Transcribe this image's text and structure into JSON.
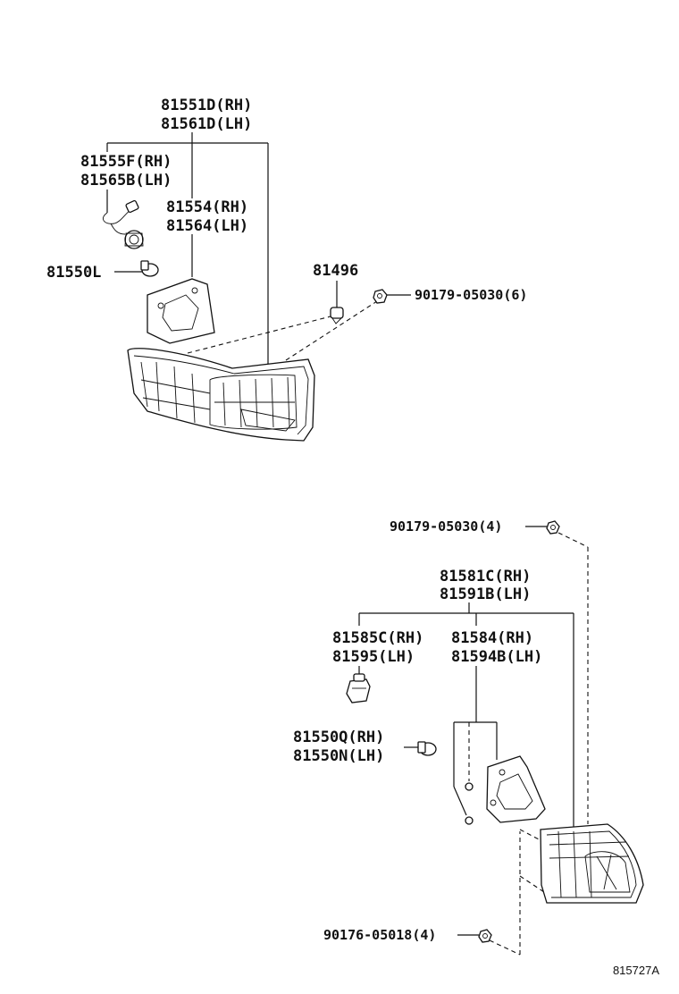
{
  "callouts": {
    "upper_assy_rh": "81551D(RH)",
    "upper_assy_lh": "81561D(LH)",
    "upper_socket_rh": "81555F(RH)",
    "upper_socket_lh": "81565B(LH)",
    "upper_gasket_rh": "81554(RH)",
    "upper_gasket_lh": "81564(LH)",
    "upper_bulb": "81550L",
    "upper_clip": "81496",
    "upper_nut": "90179-05030(6)",
    "lower_nut": "90179-05030(4)",
    "lower_assy_rh": "81581C(RH)",
    "lower_assy_lh": "81591B(LH)",
    "lower_socket_rh": "81585C(RH)",
    "lower_socket_lh": "81595(LH)",
    "lower_gasket_rh": "81584(RH)",
    "lower_gasket_lh": "81594B(LH)",
    "lower_bulb_rh": "81550Q(RH)",
    "lower_bulb_lh": "81550N(LH)",
    "lower_screw": "90176-05018(4)"
  },
  "figure_id": "815727A"
}
